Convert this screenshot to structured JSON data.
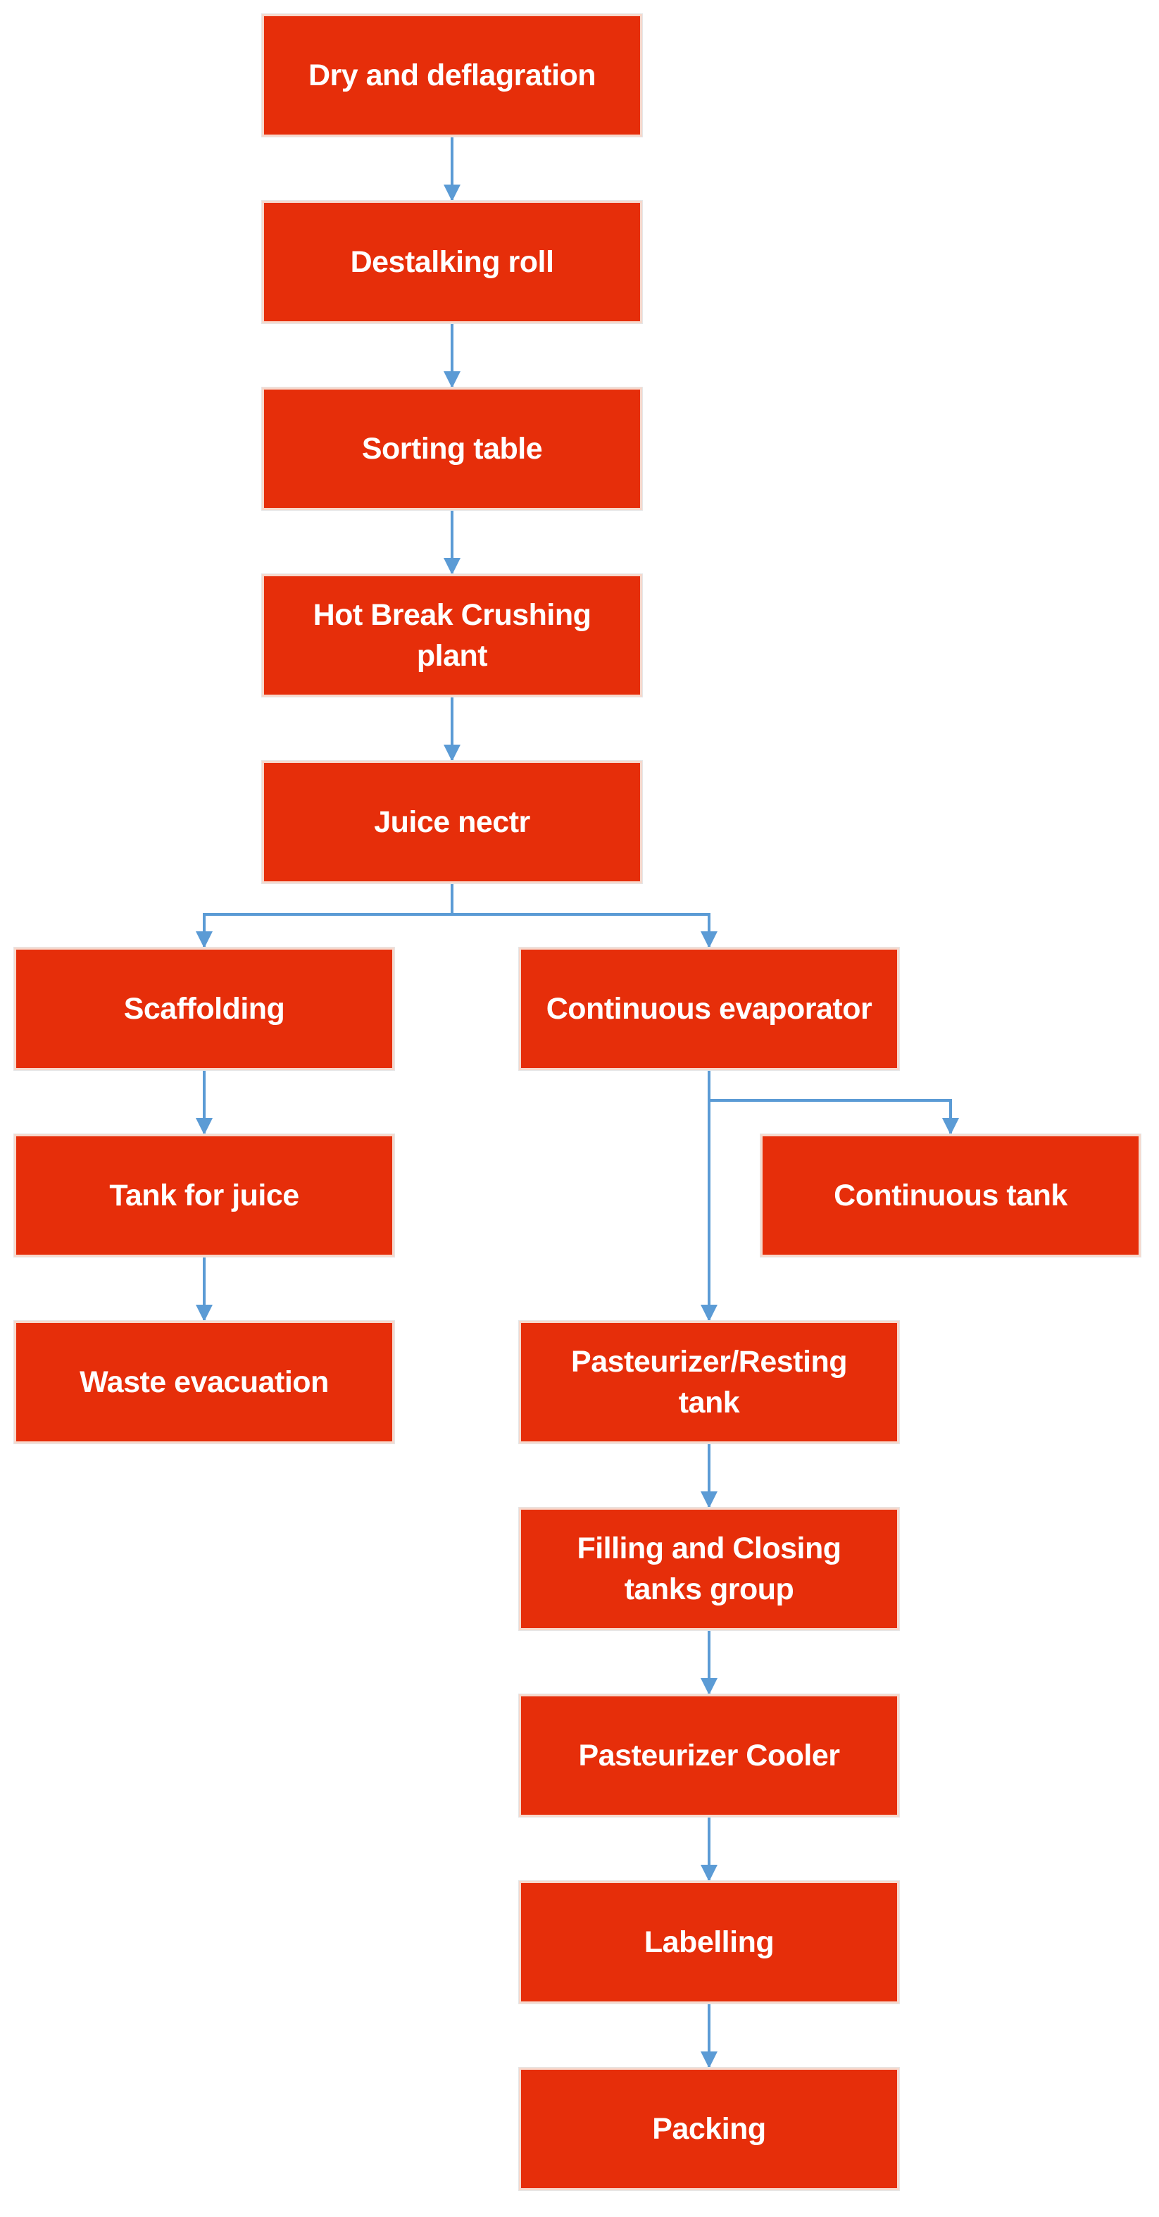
{
  "colors": {
    "box_fill": "#E62E0A",
    "box_border": "#F7D8CC",
    "connector": "#5B9BD5",
    "text": "#FFFFFF"
  },
  "nodes": [
    {
      "id": "dry",
      "label": "Dry and deflagration"
    },
    {
      "id": "destalk",
      "label": "Destalking roll"
    },
    {
      "id": "sorting",
      "label": "Sorting table"
    },
    {
      "id": "hotbreak",
      "label": "Hot Break Crushing plant"
    },
    {
      "id": "juice",
      "label": "Juice nectr"
    },
    {
      "id": "scaffolding",
      "label": "Scaffolding"
    },
    {
      "id": "evaporator",
      "label": "Continuous evaporator"
    },
    {
      "id": "tankjuice",
      "label": "Tank for juice"
    },
    {
      "id": "conttank",
      "label": "Continuous tank"
    },
    {
      "id": "waste",
      "label": "Waste evacuation"
    },
    {
      "id": "pasteurizer",
      "label": "Pasteurizer/Resting tank"
    },
    {
      "id": "filling",
      "label": "Filling and Closing tanks group"
    },
    {
      "id": "cooler",
      "label": "Pasteurizer Cooler"
    },
    {
      "id": "labelling",
      "label": "Labelling"
    },
    {
      "id": "packing",
      "label": "Packing"
    }
  ]
}
